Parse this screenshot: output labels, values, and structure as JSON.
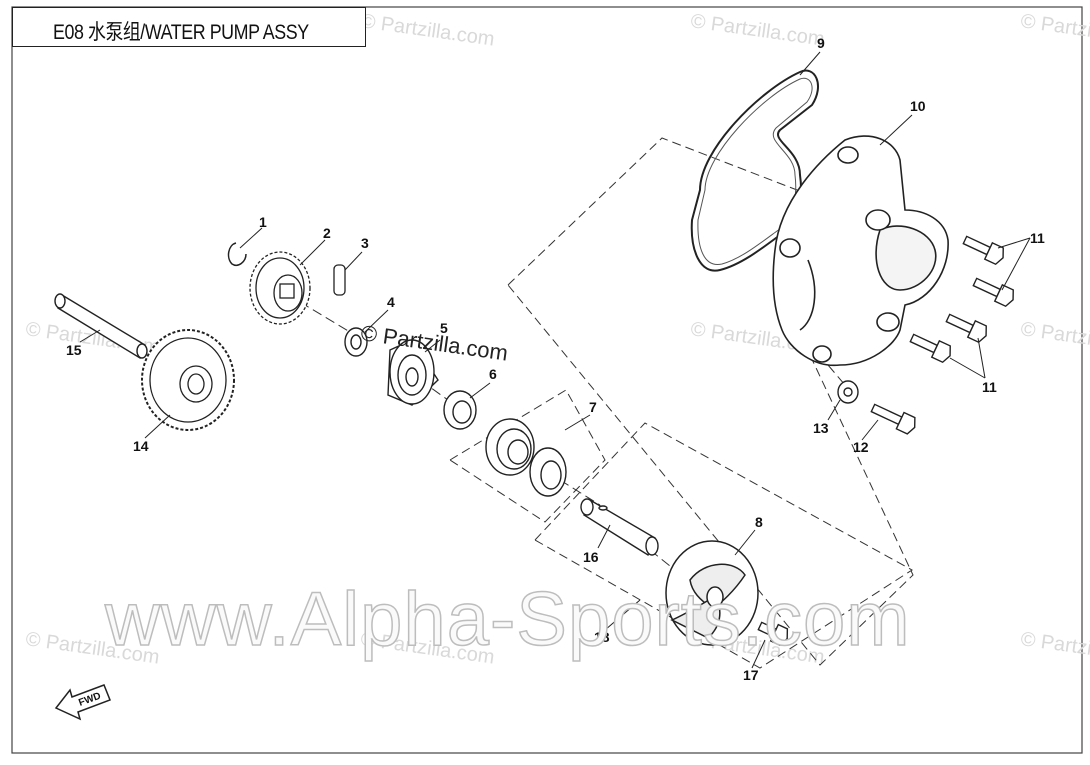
{
  "title": "E08 水泵组/WATER PUMP ASSY",
  "watermarks": {
    "partzilla_small": "© Partzilla.com",
    "partzilla_center": "© Partzilla.com",
    "alpha": "www.Alpha-Sports.com"
  },
  "fwd_label": "FWD",
  "callouts": [
    {
      "id": "1",
      "label": "1"
    },
    {
      "id": "2",
      "label": "2"
    },
    {
      "id": "3",
      "label": "3"
    },
    {
      "id": "4",
      "label": "4"
    },
    {
      "id": "5",
      "label": "5"
    },
    {
      "id": "6",
      "label": "6"
    },
    {
      "id": "7",
      "label": "7"
    },
    {
      "id": "8",
      "label": "8"
    },
    {
      "id": "9",
      "label": "9"
    },
    {
      "id": "10",
      "label": "10"
    },
    {
      "id": "11a",
      "label": "11"
    },
    {
      "id": "11b",
      "label": "11"
    },
    {
      "id": "12",
      "label": "12"
    },
    {
      "id": "13",
      "label": "13"
    },
    {
      "id": "14",
      "label": "14"
    },
    {
      "id": "15",
      "label": "15"
    },
    {
      "id": "16",
      "label": "16"
    },
    {
      "id": "17",
      "label": "17"
    },
    {
      "id": "18",
      "label": "18"
    }
  ],
  "colors": {
    "line": "#222222",
    "watermark": "#c8c8c8",
    "frame": "#333333"
  }
}
